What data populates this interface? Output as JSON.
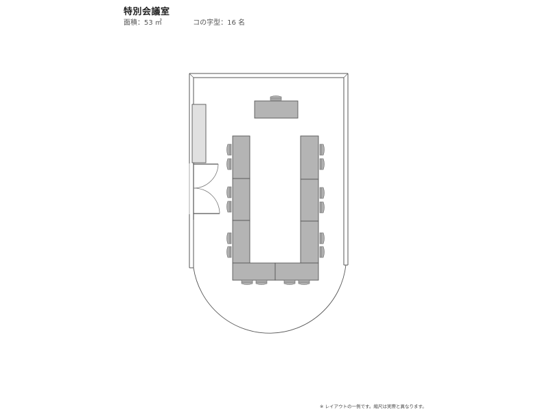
{
  "header": {
    "title": "特別会議室",
    "area_label": "面積：53 ㎡",
    "layout_label": "コの字型：16 名"
  },
  "footer": {
    "note": "※ レイアウトの一例です。縮尺は実際と異なります。"
  },
  "floor_plan": {
    "room_name": "特別会議室",
    "area_sqm": 53,
    "layout_type": "コの字型",
    "capacity": 16,
    "colors": {
      "wall_line": "#555555",
      "table_fill": "#b4b4b4",
      "table_stroke": "#555555",
      "cabinet_fill": "#e0e0e0",
      "chair_fill": "#b0b0b0"
    },
    "elements": [
      "outer-wall",
      "cabinet",
      "double-door",
      "head-table",
      "u-shape-tables",
      "chairs",
      "curved-window-wall"
    ]
  }
}
